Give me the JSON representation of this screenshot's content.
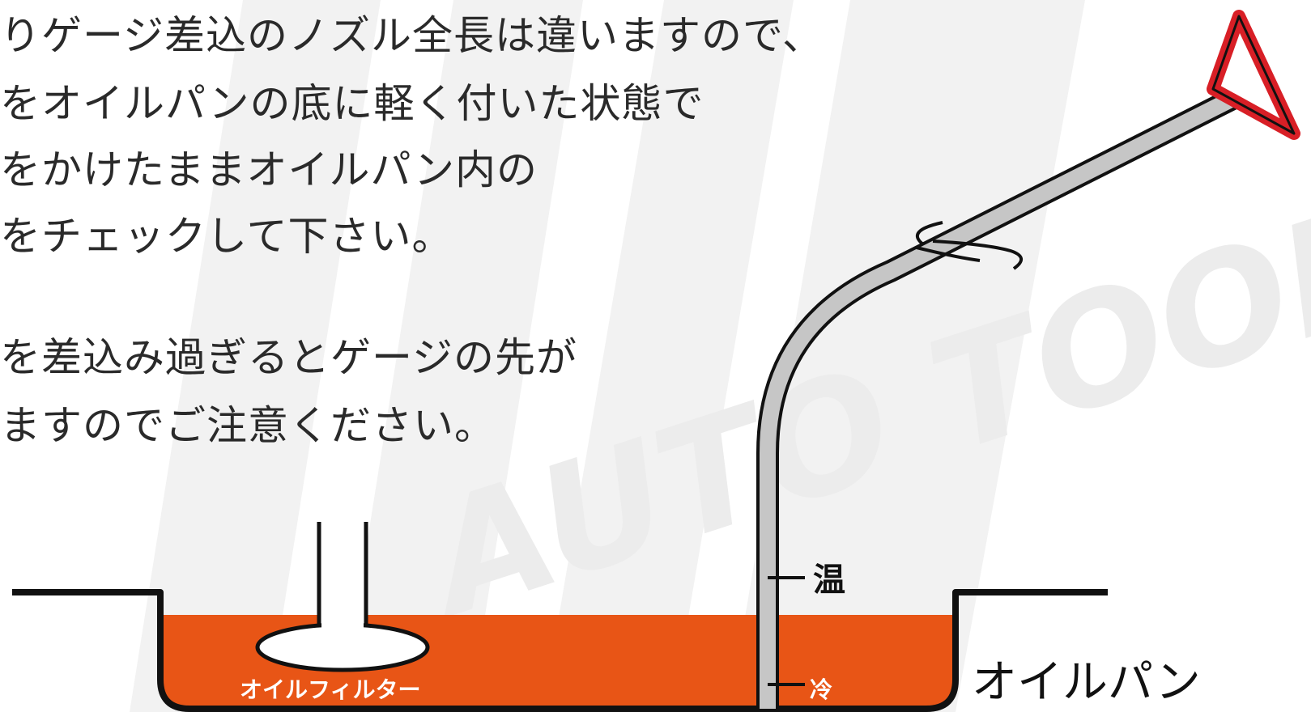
{
  "instructions": {
    "lines_top": [
      "りゲージ差込のノズル全長は違いますので、",
      "をオイルパンの底に軽く付いた状態で",
      "をかけたままオイルパン内の",
      "をチェックして下さい。"
    ],
    "lines_bottom": [
      "を差込み過ぎるとゲージの先が",
      "ますのでご注意ください。"
    ]
  },
  "diagram": {
    "oil_filter_label": "オイルフィルター",
    "oil_pan_label": "オイルパン",
    "mark_hot": "温",
    "mark_cold": "冷",
    "watermark_brand_text": "AUTO TOOLS",
    "colors": {
      "oil": "#e85516",
      "gauge_fill": "#c6c6c6",
      "handle_red": "#d81f26",
      "outline": "#111111",
      "watermark": "#f1f1f1"
    }
  }
}
